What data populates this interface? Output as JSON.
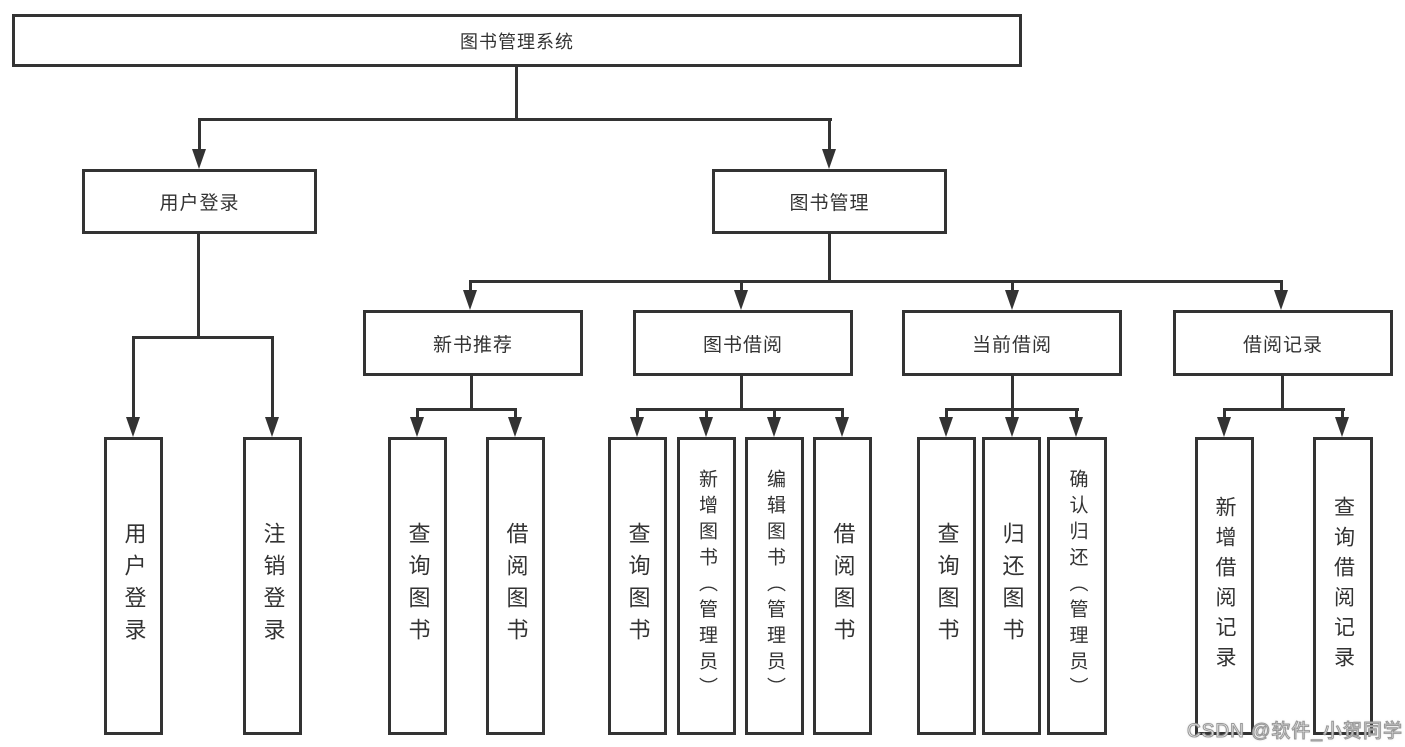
{
  "tree": {
    "root": "图书管理系统",
    "branches": [
      {
        "label": "用户登录",
        "leaves": [
          "用户登录",
          "注销登录"
        ]
      },
      {
        "label": "图书管理",
        "groups": [
          {
            "label": "新书推荐",
            "leaves": [
              "查询图书",
              "借阅图书"
            ]
          },
          {
            "label": "图书借阅",
            "leaves": [
              "查询图书",
              "新增图书（管理员）",
              "编辑图书（管理员）",
              "借阅图书"
            ]
          },
          {
            "label": "当前借阅",
            "leaves": [
              "查询图书",
              "归还图书",
              "确认归还（管理员）"
            ]
          },
          {
            "label": "借阅记录",
            "leaves": [
              "新增借阅记录",
              "查询借阅记录"
            ]
          }
        ]
      }
    ]
  },
  "watermark": "CSDN @软件_小贺同学",
  "colors": {
    "line": "#333333",
    "text": "#333333",
    "background": "#ffffff",
    "watermark_fill": "#ffffff",
    "watermark_stroke": "#999999"
  }
}
